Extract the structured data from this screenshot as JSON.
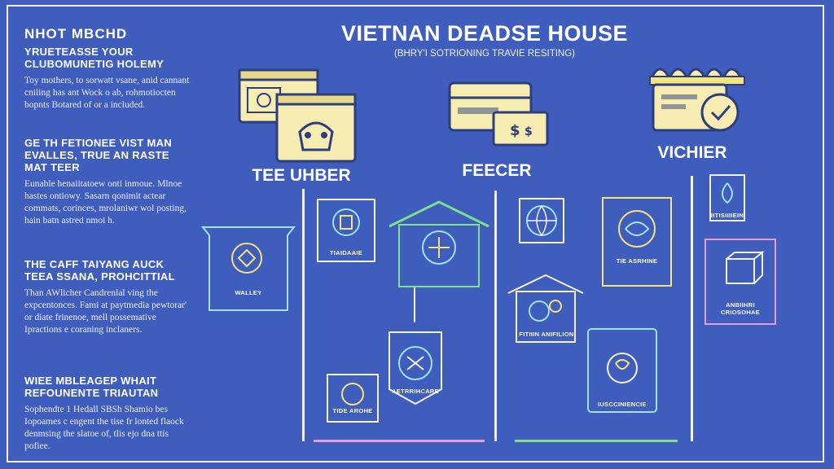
{
  "header": {
    "title": "VIETNAN DEADSE HOUSE",
    "subtitle": "(BHRY'I SOTRIONING TRAVIE RESITING)"
  },
  "sidebar": {
    "sections": [
      {
        "heading": "NHOT MBCHD",
        "heading2": "YRUETEASSE YOUR CLUBOMUNETIG HOLEMY",
        "body": "Toy mothers, to sorwatt vsane, anid cannant cniling has ant Wock o ab, rohmotiocten bopnts Botared of or a included."
      },
      {
        "heading": "GE TH FETIONEE VIST MAN EVALLES, TRUE AN RASTE MAT TEER",
        "body": "Eunable henaiitatoew onti inmoue. Mlnoe hastes ontiowy. Sasarn qonimit actear commats, corinces, mrolaniwr wol posting, hain batn astred nmoi h."
      },
      {
        "heading": "THE CAFF TAIYANG AUCK TEEA SSANA, PROHCITTIAL",
        "body": "Than AWlicher Candrenlal ving the expcentonces. Fami at paytmedia pewtorar' or diate frinenoe, mell possemative Ipractions e coraning inclaners."
      },
      {
        "heading": "WIEE MBLEAGEP WHAIT REFOUNENTE TRIAUTAN",
        "body": "Sophendte 1 Hedall SBSh Shamio bes Iopoames c engent the tise fr lonted flaock denmsing the slatoe of, tlis ejo dna ttis pofiee."
      }
    ]
  },
  "categories": [
    {
      "label": "TEE UHBER",
      "icon": "document-stack-icon"
    },
    {
      "label": "FEECER",
      "icon": "wallet-card-icon"
    },
    {
      "label": "VICHIER",
      "icon": "basket-card-icon"
    }
  ],
  "nodes": {
    "n1": "WALLEY",
    "n2": "TIAIDAAIE",
    "n3": "",
    "n4": "AETRRIHCARE",
    "n5": "TIDE AROHE",
    "n6": "",
    "n7": "TIE ASRHINE",
    "n8": "FITIIIN ANIFILION",
    "n9": "IUSCCINIENCIE",
    "n10": "",
    "n11": "IITISIIIIEIN",
    "n12": "ANBIIHRI CRIOSOHAE"
  },
  "colors": {
    "background": "#3f5dbd",
    "line": "#f5f3e6",
    "icon_fill": "#f7ecb2",
    "icon_stroke": "#2c3e7c",
    "accent_green": "#7fe08a",
    "accent_pink": "#e79ad9",
    "accent_yellow": "#f4e27a",
    "accent_cyan": "#9fe3f2"
  }
}
